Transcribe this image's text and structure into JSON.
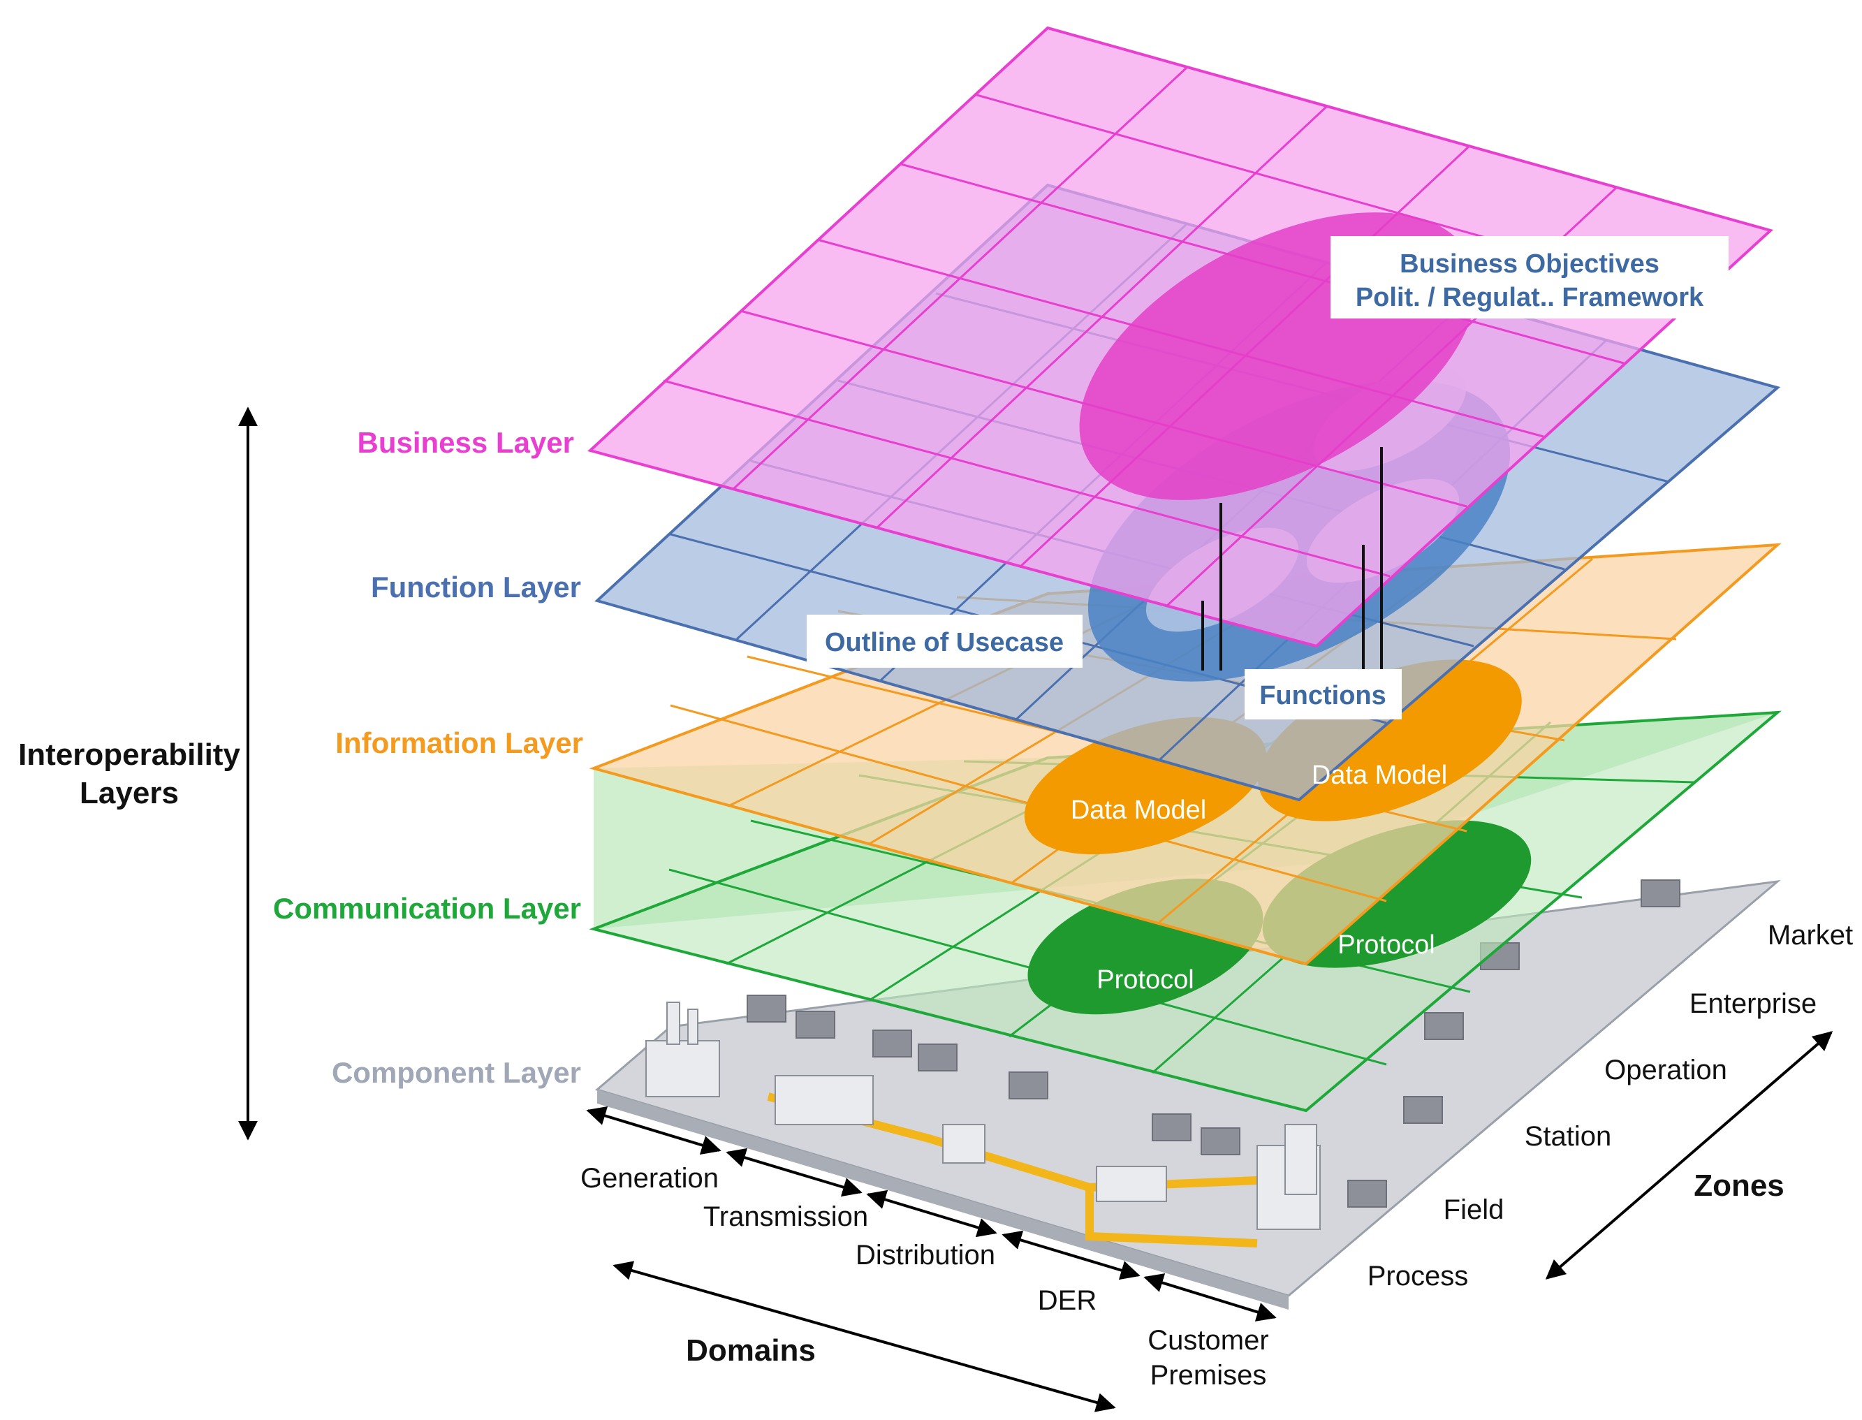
{
  "layers": [
    {
      "key": "business",
      "label": "Business Layer",
      "color": "#e83fd0",
      "fill": "#f5a3ee"
    },
    {
      "key": "function",
      "label": "Function Layer",
      "color": "#4a70b0",
      "fill": "#9fb8dc"
    },
    {
      "key": "information",
      "label": "Information Layer",
      "color": "#f39a1f",
      "fill": "#fbd3a3"
    },
    {
      "key": "communication",
      "label": "Communication Layer",
      "color": "#1fa83a",
      "fill": "#b9e8b8"
    },
    {
      "key": "component",
      "label": "Component Layer",
      "color": "#a0a8b8",
      "fill": "#d9dbe0"
    }
  ],
  "interop_axis": {
    "line1": "Interoperability",
    "line2": "Layers"
  },
  "domains": {
    "title": "Domains",
    "items": [
      "Generation",
      "Transmission",
      "Distribution",
      "DER",
      "Customer",
      "Premises"
    ]
  },
  "zones": {
    "title": "Zones",
    "items": [
      "Process",
      "Field",
      "Station",
      "Operation",
      "Enterprise",
      "Market"
    ]
  },
  "callouts": {
    "business_objectives_1": "Business Objectives",
    "business_objectives_2": "Polit. / Regulat.. Framework",
    "outline_usecase": "Outline of Usecase",
    "functions": "Functions",
    "data_model": "Data Model",
    "protocol": "Protocol"
  },
  "colors": {
    "callout_text": "#3d6aa3",
    "data_model_oval": "#f39a00",
    "protocol_oval": "#1f9a2f",
    "business_oval": "#e440c8",
    "function_oval": "#4a82c4"
  }
}
